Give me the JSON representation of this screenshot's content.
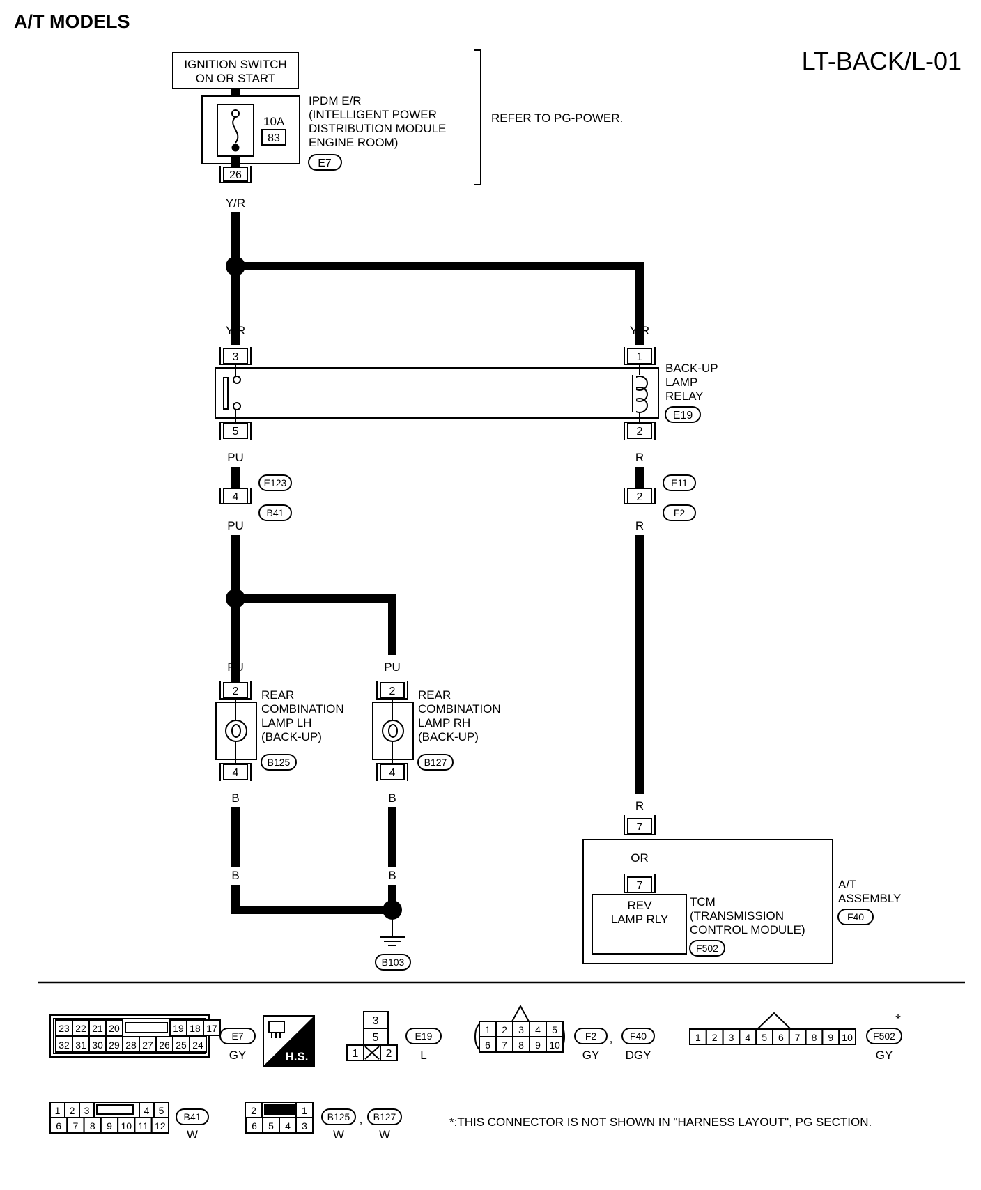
{
  "header": {
    "section_title": "A/T MODELS",
    "diagram_code": "LT-BACK/L-01"
  },
  "power": {
    "ignition_line1": "IGNITION SWITCH",
    "ignition_line2": "ON OR START",
    "fuse_amp": "10A",
    "fuse_no": "83",
    "ipdm_lines": [
      "IPDM E/R",
      "(INTELLIGENT POWER",
      " DISTRIBUTION MODULE",
      " ENGINE ROOM)"
    ],
    "ipdm_connector": "E7",
    "ipdm_pin": "26",
    "refer_note": "REFER TO PG-POWER."
  },
  "wires": {
    "yr": "Y/R",
    "pu": "PU",
    "r": "R",
    "b": "B",
    "or": "OR"
  },
  "relay": {
    "name_lines": [
      "BACK-UP",
      "LAMP",
      "RELAY"
    ],
    "connector": "E19",
    "pin_left_top": "3",
    "pin_left_bottom": "5",
    "pin_right_top": "1",
    "pin_right_bottom": "2"
  },
  "joints": {
    "left_top": "E123",
    "left_bottom": "B41",
    "left_pin": "4",
    "right_top": "E11",
    "right_bottom": "F2",
    "right_pin": "2"
  },
  "lamps": {
    "lh": {
      "lines": [
        "REAR",
        "COMBINATION",
        "LAMP LH",
        "(BACK-UP)"
      ],
      "connector": "B125",
      "pin_top": "2",
      "pin_bottom": "4"
    },
    "rh": {
      "lines": [
        "REAR",
        "COMBINATION",
        "LAMP RH",
        "(BACK-UP)"
      ],
      "connector": "B127",
      "pin_top": "2",
      "pin_bottom": "4"
    }
  },
  "ground": {
    "connector": "B103"
  },
  "at_assembly": {
    "pin_outer": "7",
    "pin_inner": "7",
    "rev_line1": "REV",
    "rev_line2": "LAMP RLY",
    "tcm_lines": [
      "TCM",
      "(TRANSMISSION",
      " CONTROL MODULE)"
    ],
    "tcm_connector": "F502",
    "assembly_lines": [
      "A/T",
      "ASSEMBLY"
    ],
    "assembly_connector": "F40"
  },
  "legend": {
    "e7": {
      "row1": [
        "23",
        "22",
        "21",
        "20",
        "19",
        "18",
        "17"
      ],
      "row2": [
        "32",
        "31",
        "30",
        "29",
        "28",
        "27",
        "26",
        "25",
        "24"
      ],
      "id": "E7",
      "color": "GY",
      "hs": "H.S."
    },
    "e19": {
      "pins": [
        "3",
        "5",
        "1",
        "2"
      ],
      "id": "E19",
      "color": "L"
    },
    "f2": {
      "row1": [
        "1",
        "2",
        "3",
        "4",
        "5"
      ],
      "row2": [
        "6",
        "7",
        "8",
        "9",
        "10"
      ],
      "id1": "F2",
      "color1": "GY",
      "sep": ",",
      "id2": "F40",
      "color2": "DGY"
    },
    "f502": {
      "pins": [
        "1",
        "2",
        "3",
        "4",
        "5",
        "6",
        "7",
        "8",
        "9",
        "10"
      ],
      "id": "F502",
      "color": "GY",
      "star": "*"
    },
    "b41": {
      "row1": [
        "1",
        "2",
        "3",
        "4",
        "5"
      ],
      "row2": [
        "6",
        "7",
        "8",
        "9",
        "10",
        "11",
        "12"
      ],
      "id": "B41",
      "color": "W"
    },
    "b125": {
      "row1": [
        "2",
        "1"
      ],
      "row2": [
        "6",
        "5",
        "4",
        "3"
      ],
      "id1": "B125",
      "color1": "W",
      "sep": ",",
      "id2": "B127",
      "color2": "W"
    },
    "footnote": "*:THIS CONNECTOR IS NOT SHOWN IN \"HARNESS LAYOUT\", PG SECTION."
  }
}
